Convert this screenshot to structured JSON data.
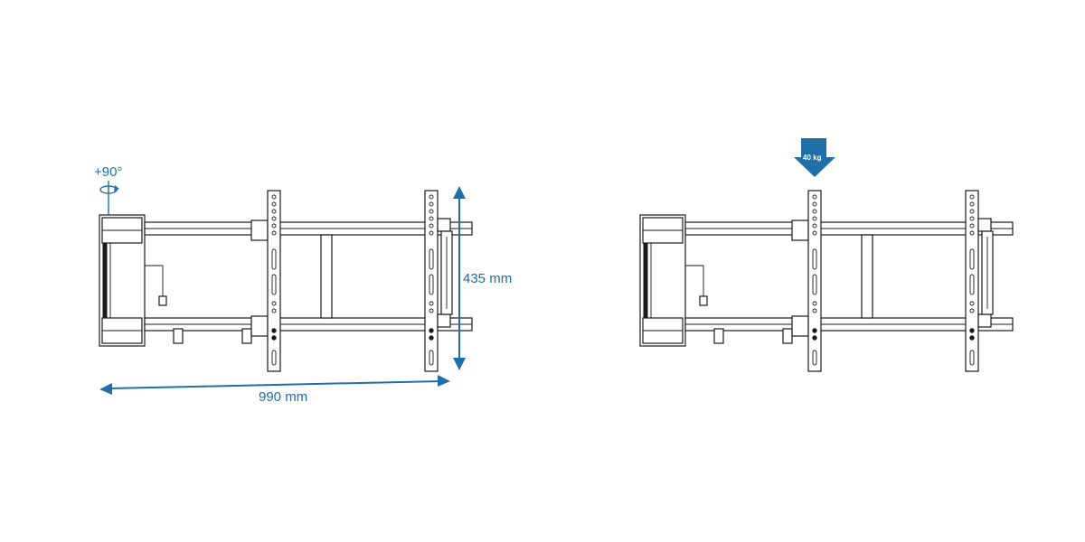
{
  "diagram_left": {
    "rotation_label": "+90°",
    "height_label": "435 mm",
    "width_label": "990 mm"
  },
  "diagram_right": {
    "load_label": "40 kg"
  },
  "colors": {
    "accent": "#1f6fa8",
    "line": "#1a1a1a",
    "background": "#ffffff"
  },
  "icons": {
    "rotation": "rotate-arrow-icon",
    "load": "down-arrow-icon"
  }
}
